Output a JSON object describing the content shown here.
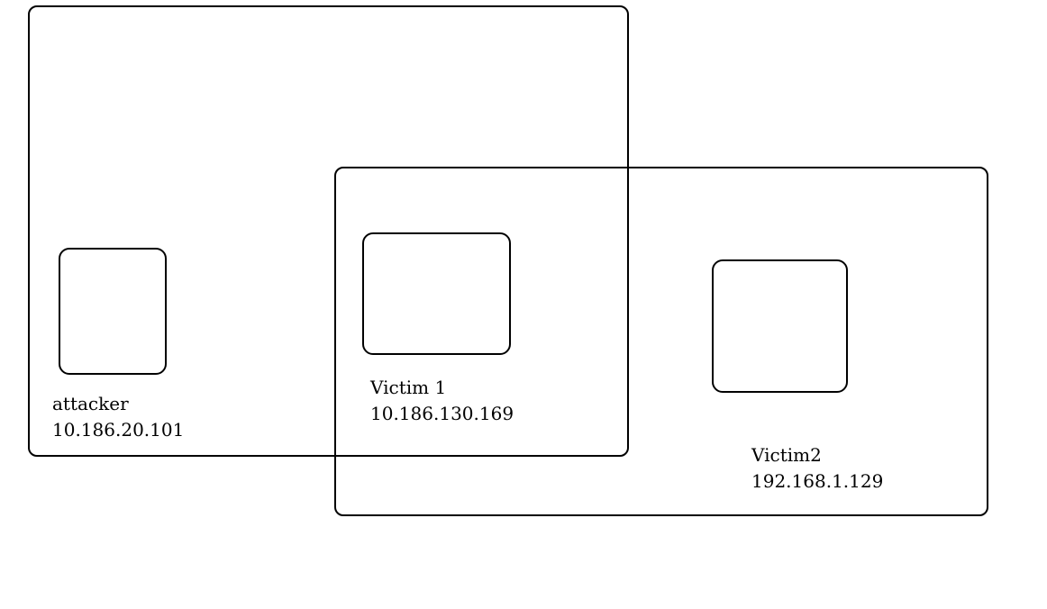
{
  "diagram": {
    "type": "network-topology",
    "colors": {
      "background": "#ffffff",
      "stroke": "#000000",
      "text": "#000000"
    },
    "networks": [
      {
        "id": "network-1"
      },
      {
        "id": "network-2"
      }
    ],
    "nodes": [
      {
        "name": "attacker",
        "ip": "10.186.20.101"
      },
      {
        "name": "Victim 1",
        "ip": "10.186.130.169"
      },
      {
        "name": "Victim2",
        "ip": "192.168.1.129"
      }
    ]
  }
}
